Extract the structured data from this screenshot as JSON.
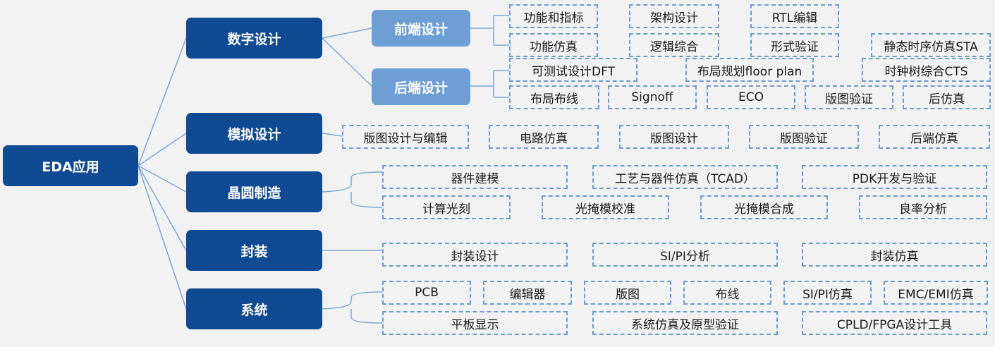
{
  "root": "EDA应用",
  "categories": {
    "digital": "数字设计",
    "analog": "模拟设计",
    "wafer": "晶圆制造",
    "package": "封装",
    "system": "系统"
  },
  "subcategories": {
    "frontend": "前端设计",
    "backend": "后端设计"
  },
  "leaves": {
    "frontend": [
      "功能和指标",
      "架构设计",
      "RTL编辑",
      "功能仿真",
      "逻辑综合",
      "形式验证",
      "静态时序仿真STA"
    ],
    "backend": [
      "可测试设计DFT",
      "布局规划floor plan",
      "时钟树综合CTS",
      "布局布线",
      "Signoff",
      "ECO",
      "版图验证",
      "后仿真"
    ],
    "analog": [
      "版图设计与编辑",
      "电路仿真",
      "版图设计",
      "版图验证",
      "后端仿真"
    ],
    "wafer": [
      "器件建模",
      "工艺与器件仿真（TCAD）",
      "PDK开发与验证",
      "计算光刻",
      "光掩模校准",
      "光掩模合成",
      "良率分析"
    ],
    "package": [
      "封装设计",
      "SI/PI分析",
      "封装仿真"
    ],
    "system": [
      "PCB",
      "编辑器",
      "版图",
      "布线",
      "SI/PI仿真",
      "EMC/EMI仿真",
      "平板显示",
      "系统仿真及原型验证",
      "CPLD/FPGA设计工具"
    ]
  },
  "colors": {
    "primary": "#0f4a92",
    "secondary": "#6d9fd4",
    "dashed_border": "#6d9cd0",
    "connector": "#7fa6d6",
    "background": "#f2f2f2"
  }
}
